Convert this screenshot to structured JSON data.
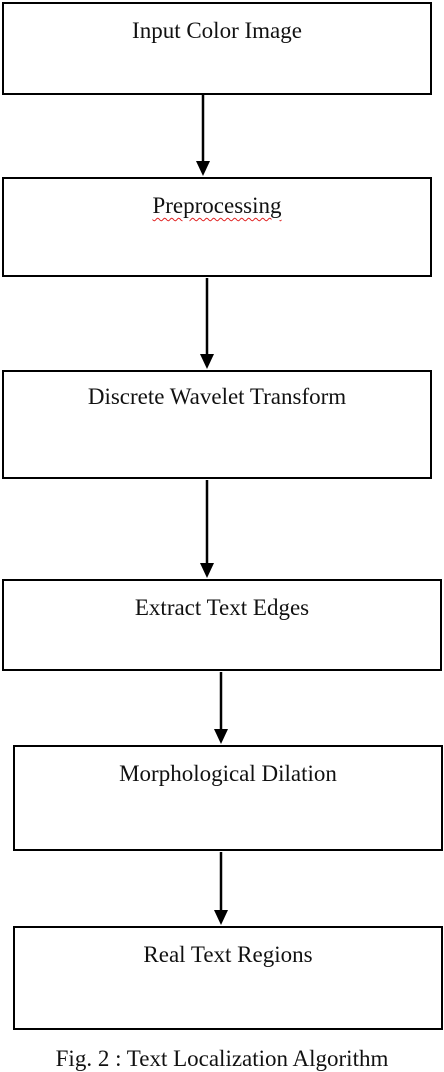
{
  "diagram": {
    "steps": [
      {
        "label": "Input Color Image"
      },
      {
        "label": "Preprocessing"
      },
      {
        "label": "Discrete Wavelet Transform"
      },
      {
        "label": "Extract Text Edges"
      },
      {
        "label": "Morphological Dilation"
      },
      {
        "label": "Real Text Regions"
      }
    ],
    "caption": "Fig. 2 : Text Localization Algorithm"
  }
}
